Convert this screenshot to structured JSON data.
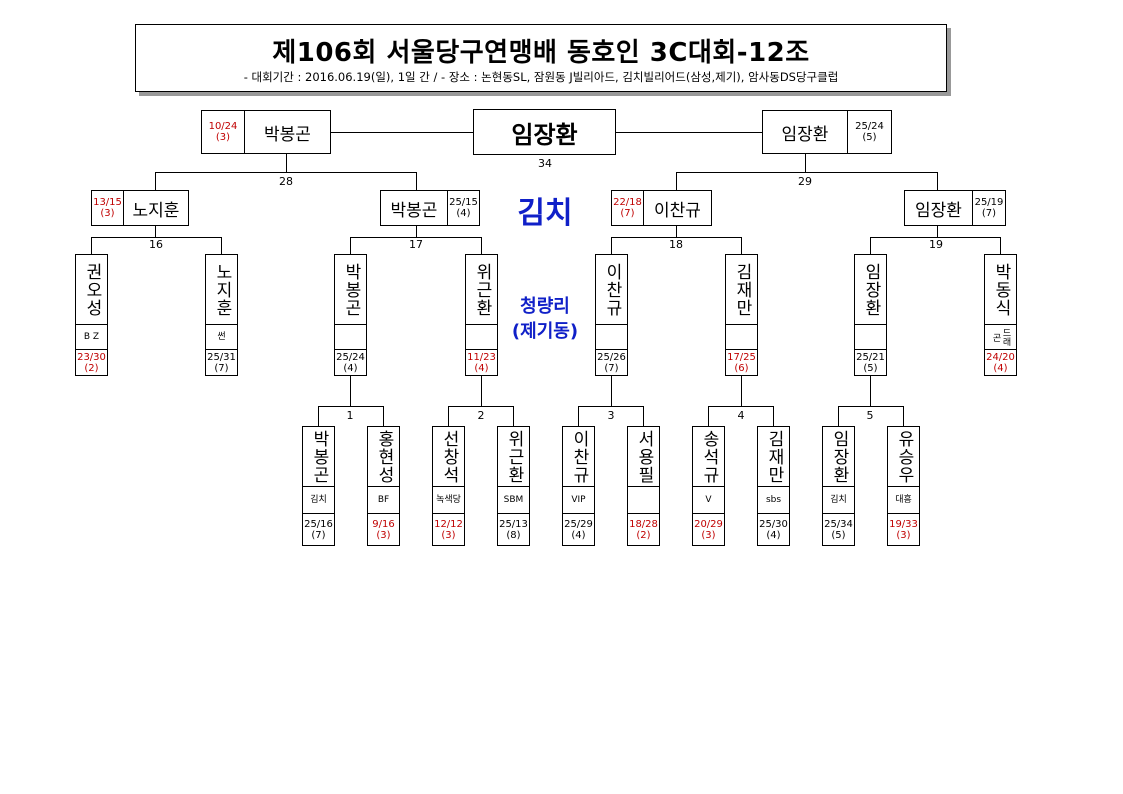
{
  "header": {
    "title": "제106회 서울당구연맹배 동호인 3C대회-12조",
    "subtitle": "- 대회기간 : 2016.06.19(일), 1일 간 / - 장소 : 논현동SL, 잠원동 J빌리아드, 김치빌리어드(삼성,제기), 암사동DS당구클럽"
  },
  "venues": {
    "v1": "김치",
    "v2a": "청량리",
    "v2b": "(제기동)"
  },
  "champion": {
    "name": "임장환",
    "match_no": "34"
  },
  "semis": [
    {
      "name": "박봉곤",
      "score": "10/24",
      "inn": "(3)",
      "red": true
    },
    {
      "name": "임장환",
      "score": "25/24",
      "inn": "(5)",
      "red": false
    }
  ],
  "semi_nums": [
    "28",
    "29"
  ],
  "quarters": [
    {
      "name": "노지훈",
      "score": "13/15",
      "inn": "(3)",
      "red": true
    },
    {
      "name": "박봉곤",
      "score": "25/15",
      "inn": "(4)",
      "red": false
    },
    {
      "name": "이찬규",
      "score": "22/18",
      "inn": "(7)",
      "red": true
    },
    {
      "name": "임장환",
      "score": "25/19",
      "inn": "(7)",
      "red": false
    }
  ],
  "quarter_nums": [
    "16",
    "17",
    "18",
    "19"
  ],
  "round2": [
    {
      "name": "권오성",
      "club": "B Z",
      "score": "23/30",
      "inn": "(2)",
      "red": true
    },
    {
      "name": "노지훈",
      "club": "썬",
      "score": "25/31",
      "inn": "(7)",
      "red": false
    },
    {
      "name": "박봉곤",
      "club": "",
      "score": "25/24",
      "inn": "(4)",
      "red": false
    },
    {
      "name": "위근환",
      "club": "",
      "score": "11/23",
      "inn": "(4)",
      "red": true
    },
    {
      "name": "이찬규",
      "club": "",
      "score": "25/26",
      "inn": "(7)",
      "red": false
    },
    {
      "name": "김재만",
      "club": "",
      "score": "17/25",
      "inn": "(6)",
      "red": true
    },
    {
      "name": "임장환",
      "club": "",
      "score": "25/21",
      "inn": "(5)",
      "red": false
    },
    {
      "name": "박동식",
      "club": "드래곤",
      "score": "24/20",
      "inn": "(4)",
      "red": true
    }
  ],
  "round1_nums": [
    "1",
    "2",
    "3",
    "4",
    "5"
  ],
  "round1": [
    {
      "name": "박봉곤",
      "club": "김치",
      "score": "25/16",
      "inn": "(7)",
      "red": false
    },
    {
      "name": "홍현성",
      "club": "BF",
      "score": "9/16",
      "inn": "(3)",
      "red": true
    },
    {
      "name": "선창석",
      "club": "녹색당",
      "score": "12/12",
      "inn": "(3)",
      "red": true
    },
    {
      "name": "위근환",
      "club": "SBM",
      "score": "25/13",
      "inn": "(8)",
      "red": false
    },
    {
      "name": "이찬규",
      "club": "VIP",
      "score": "25/29",
      "inn": "(4)",
      "red": false
    },
    {
      "name": "서용필",
      "club": "",
      "score": "18/28",
      "inn": "(2)",
      "red": true
    },
    {
      "name": "송석규",
      "club": "V",
      "score": "20/29",
      "inn": "(3)",
      "red": true
    },
    {
      "name": "김재만",
      "club": "sbs",
      "score": "25/30",
      "inn": "(4)",
      "red": false
    },
    {
      "name": "임장환",
      "club": "김치",
      "score": "25/34",
      "inn": "(5)",
      "red": false
    },
    {
      "name": "유승우",
      "club": "대흥",
      "score": "19/33",
      "inn": "(3)",
      "red": true
    }
  ]
}
